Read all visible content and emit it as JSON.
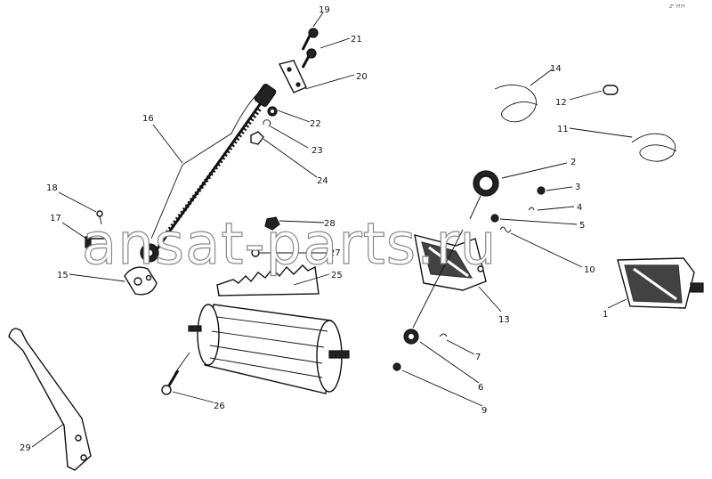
{
  "watermark": "ansat-parts.ru",
  "corner_mark": "2\" ????",
  "labels": [
    "1",
    "2",
    "3",
    "4",
    "5",
    "6",
    "7",
    "9",
    "10",
    "11",
    "12",
    "13",
    "14",
    "15",
    "16",
    "17",
    "18",
    "19",
    "20",
    "21",
    "22",
    "23",
    "24",
    "25",
    "26",
    "27",
    "28",
    "29"
  ]
}
